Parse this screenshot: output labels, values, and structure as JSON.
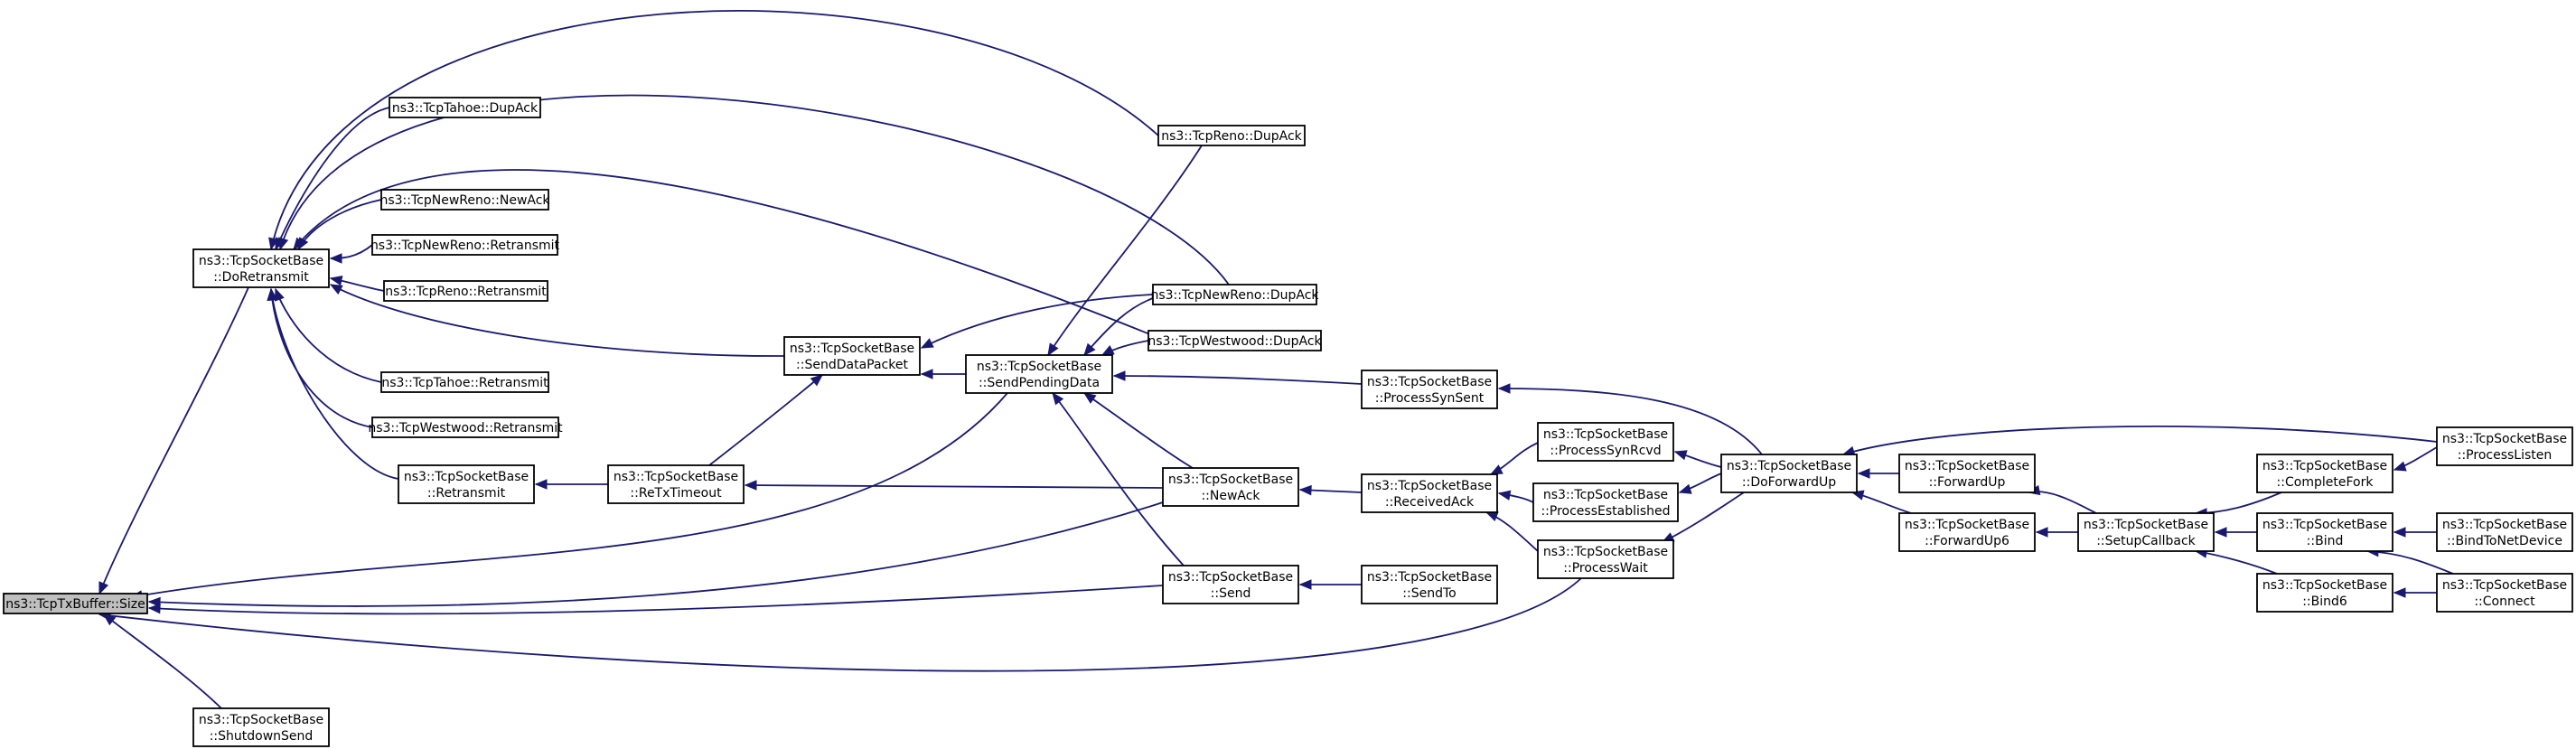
{
  "diagram": {
    "type": "call-graph",
    "edge_color": "#191970",
    "root_fill": "#bfbfbf",
    "node_fill": "#ffffff",
    "nodes": [
      {
        "id": "root",
        "lines": [
          "ns3::TcpTxBuffer::Size"
        ],
        "root": true
      },
      {
        "id": "doRetransmit",
        "lines": [
          "ns3::TcpSocketBase",
          "::DoRetransmit"
        ]
      },
      {
        "id": "shutdownSend",
        "lines": [
          "ns3::TcpSocketBase",
          "::ShutdownSend"
        ]
      },
      {
        "id": "tahoeDupAck",
        "lines": [
          "ns3::TcpTahoe::DupAck"
        ]
      },
      {
        "id": "newRenoNewAck",
        "lines": [
          "ns3::TcpNewReno::NewAck"
        ]
      },
      {
        "id": "newRenoRetransmit",
        "lines": [
          "ns3::TcpNewReno::Retransmit"
        ]
      },
      {
        "id": "renoRetransmit",
        "lines": [
          "ns3::TcpReno::Retransmit"
        ]
      },
      {
        "id": "tahoeRetransmit",
        "lines": [
          "ns3::TcpTahoe::Retransmit"
        ]
      },
      {
        "id": "westwoodRetransmit",
        "lines": [
          "ns3::TcpWestwood::Retransmit"
        ]
      },
      {
        "id": "sbRetransmit",
        "lines": [
          "ns3::TcpSocketBase",
          "::Retransmit"
        ]
      },
      {
        "id": "reTxTimeout",
        "lines": [
          "ns3::TcpSocketBase",
          "::ReTxTimeout"
        ]
      },
      {
        "id": "sendDataPacket",
        "lines": [
          "ns3::TcpSocketBase",
          "::SendDataPacket"
        ]
      },
      {
        "id": "sendPendingData",
        "lines": [
          "ns3::TcpSocketBase",
          "::SendPendingData"
        ]
      },
      {
        "id": "renoDupAck",
        "lines": [
          "ns3::TcpReno::DupAck"
        ]
      },
      {
        "id": "newRenoDupAck",
        "lines": [
          "ns3::TcpNewReno::DupAck"
        ]
      },
      {
        "id": "westwoodDupAck",
        "lines": [
          "ns3::TcpWestwood::DupAck"
        ]
      },
      {
        "id": "newAck",
        "lines": [
          "ns3::TcpSocketBase",
          "::NewAck"
        ]
      },
      {
        "id": "send",
        "lines": [
          "ns3::TcpSocketBase",
          "::Send"
        ]
      },
      {
        "id": "processSynSent",
        "lines": [
          "ns3::TcpSocketBase",
          "::ProcessSynSent"
        ]
      },
      {
        "id": "receivedAck",
        "lines": [
          "ns3::TcpSocketBase",
          "::ReceivedAck"
        ]
      },
      {
        "id": "sendTo",
        "lines": [
          "ns3::TcpSocketBase",
          "::SendTo"
        ]
      },
      {
        "id": "processSynRcvd",
        "lines": [
          "ns3::TcpSocketBase",
          "::ProcessSynRcvd"
        ]
      },
      {
        "id": "processEstablished",
        "lines": [
          "ns3::TcpSocketBase",
          "::ProcessEstablished"
        ]
      },
      {
        "id": "processWait",
        "lines": [
          "ns3::TcpSocketBase",
          "::ProcessWait"
        ]
      },
      {
        "id": "doForwardUp",
        "lines": [
          "ns3::TcpSocketBase",
          "::DoForwardUp"
        ]
      },
      {
        "id": "forwardUp",
        "lines": [
          "ns3::TcpSocketBase",
          "::ForwardUp"
        ]
      },
      {
        "id": "forwardUp6",
        "lines": [
          "ns3::TcpSocketBase",
          "::ForwardUp6"
        ]
      },
      {
        "id": "setupCallback",
        "lines": [
          "ns3::TcpSocketBase",
          "::SetupCallback"
        ]
      },
      {
        "id": "completeFork",
        "lines": [
          "ns3::TcpSocketBase",
          "::CompleteFork"
        ]
      },
      {
        "id": "bind",
        "lines": [
          "ns3::TcpSocketBase",
          "::Bind"
        ]
      },
      {
        "id": "bind6",
        "lines": [
          "ns3::TcpSocketBase",
          "::Bind6"
        ]
      },
      {
        "id": "processListen",
        "lines": [
          "ns3::TcpSocketBase",
          "::ProcessListen"
        ]
      },
      {
        "id": "bindToNetDevice",
        "lines": [
          "ns3::TcpSocketBase",
          "::BindToNetDevice"
        ]
      },
      {
        "id": "connect",
        "lines": [
          "ns3::TcpSocketBase",
          "::Connect"
        ]
      }
    ],
    "edges": [
      {
        "from": "doRetransmit",
        "to": "root"
      },
      {
        "from": "shutdownSend",
        "to": "root"
      },
      {
        "from": "sendPendingData",
        "to": "root"
      },
      {
        "from": "newAck",
        "to": "root"
      },
      {
        "from": "send",
        "to": "root"
      },
      {
        "from": "processWait",
        "to": "root"
      },
      {
        "from": "tahoeDupAck",
        "to": "doRetransmit"
      },
      {
        "from": "newRenoNewAck",
        "to": "doRetransmit"
      },
      {
        "from": "newRenoRetransmit",
        "to": "doRetransmit"
      },
      {
        "from": "renoRetransmit",
        "to": "doRetransmit"
      },
      {
        "from": "tahoeRetransmit",
        "to": "doRetransmit"
      },
      {
        "from": "westwoodRetransmit",
        "to": "doRetransmit"
      },
      {
        "from": "sbRetransmit",
        "to": "doRetransmit"
      },
      {
        "from": "sendDataPacket",
        "to": "doRetransmit"
      },
      {
        "from": "renoDupAck",
        "to": "doRetransmit"
      },
      {
        "from": "newRenoDupAck",
        "to": "doRetransmit"
      },
      {
        "from": "westwoodDupAck",
        "to": "doRetransmit"
      },
      {
        "from": "reTxTimeout",
        "to": "sbRetransmit"
      },
      {
        "from": "reTxTimeout",
        "to": "sendDataPacket"
      },
      {
        "from": "newAck",
        "to": "reTxTimeout"
      },
      {
        "from": "sendPendingData",
        "to": "sendDataPacket"
      },
      {
        "from": "newRenoDupAck",
        "to": "sendDataPacket"
      },
      {
        "from": "renoDupAck",
        "to": "sendPendingData"
      },
      {
        "from": "newRenoDupAck",
        "to": "sendPendingData"
      },
      {
        "from": "westwoodDupAck",
        "to": "sendPendingData"
      },
      {
        "from": "processSynSent",
        "to": "sendPendingData"
      },
      {
        "from": "newAck",
        "to": "sendPendingData"
      },
      {
        "from": "send",
        "to": "sendPendingData"
      },
      {
        "from": "receivedAck",
        "to": "newAck"
      },
      {
        "from": "sendTo",
        "to": "send"
      },
      {
        "from": "processSynRcvd",
        "to": "receivedAck"
      },
      {
        "from": "processEstablished",
        "to": "receivedAck"
      },
      {
        "from": "processWait",
        "to": "receivedAck"
      },
      {
        "from": "doForwardUp",
        "to": "processSynSent"
      },
      {
        "from": "doForwardUp",
        "to": "processSynRcvd"
      },
      {
        "from": "doForwardUp",
        "to": "processEstablished"
      },
      {
        "from": "doForwardUp",
        "to": "processWait"
      },
      {
        "from": "forwardUp",
        "to": "doForwardUp"
      },
      {
        "from": "forwardUp6",
        "to": "doForwardUp"
      },
      {
        "from": "processListen",
        "to": "doForwardUp"
      },
      {
        "from": "setupCallback",
        "to": "forwardUp"
      },
      {
        "from": "setupCallback",
        "to": "forwardUp6"
      },
      {
        "from": "completeFork",
        "to": "setupCallback"
      },
      {
        "from": "bind",
        "to": "setupCallback"
      },
      {
        "from": "bind6",
        "to": "setupCallback"
      },
      {
        "from": "processListen",
        "to": "completeFork"
      },
      {
        "from": "bindToNetDevice",
        "to": "bind"
      },
      {
        "from": "connect",
        "to": "bind"
      },
      {
        "from": "connect",
        "to": "bind6"
      }
    ]
  }
}
